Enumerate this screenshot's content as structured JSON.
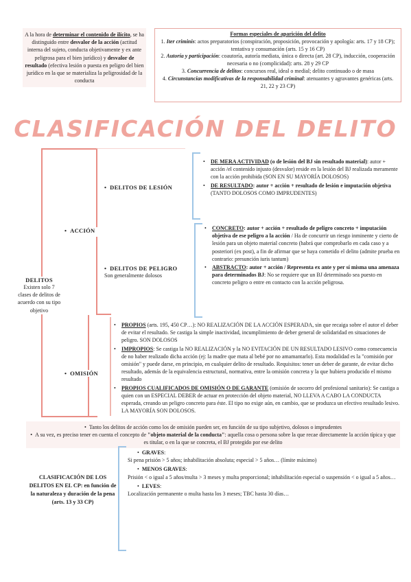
{
  "top_left": {
    "p1": "A la hora de ",
    "p2": "determinar el contenido de ilícito",
    "p3": ", se ha distinguido entre ",
    "p4": "desvalor de la acción",
    "p5": " (actitud interna del sujeto, conducta objetivamente y ex ante peligrosa para el bien jurídico) y ",
    "p6": "desvalor de resultado",
    "p7": " (efectiva lesión o puesta en peligro del bien jurídico en la que se materializa la peligrosidad de la conducta"
  },
  "top_right": {
    "heading": "Formas especiales de aparición del delito",
    "items": [
      {
        "num": "1.",
        "head": "Iter criminis",
        "text": ": actos preparatorios (conspiración, proposición, provocación y apología: arts. 17 y 18 CP); tentativa y consumación (arts. 15 y 16 CP)"
      },
      {
        "num": "2.",
        "head": "Autoría y participación",
        "text": ": coautoría, autoría mediata, única o directa (art. 28 CP), inducción, cooperación necesaria o no (complicidad): arts. 28 y 29 CP"
      },
      {
        "num": "3.",
        "head": "Concurrencia de delitos",
        "text": ": concursos real, ideal o medial; delito continuado o de masa"
      },
      {
        "num": "4.",
        "head": "Circunstancias modificativas de la responsabilidad criminal",
        "text": ": atenuantes y agravantes genéricas (arts. 21, 22 y 23 CP)"
      }
    ]
  },
  "title": "CLASIFICACIÓN DEL DELITO",
  "delitos": {
    "label": "DELITOS",
    "sub": "Existen solo 7 clases de delitos de acuerdo con su tipo objetivo"
  },
  "accion": {
    "label": "ACCIÓN",
    "lesion": {
      "label": "DELITOS DE LESIÓN",
      "items": [
        {
          "head": "DE MERA ACTIVIDAD",
          "head2": " (o de lesión del BJ sin resultado material)",
          "text": ": autor + acción /el contenido injusto (desvalor) reside en la lesión del BJ realizada meramente con la acción prohibida (SON EN SU MAYORÍA DOLOSOS)"
        },
        {
          "head": "DE RESULTADO",
          "head2": ": autor + acción + resultado de lesión e imputación objetiva",
          "text": " (TANTO DOLOSOS COMO IMPRUDENTES)"
        }
      ]
    },
    "peligro": {
      "label": "DELITOS DE PELIGRO",
      "sub": "Son generalmente dolosos",
      "items": [
        {
          "head": "CONCRETO",
          "head2": ": autor + acción + resultado de peligro concreto + imputación objetiva de ese peligro a la acción",
          "text": " / Ha de concurrir un riesgo inminente y cierto de lesión para un objeto material concreto (habrá que comprobarlo en cada caso y a posteriori (ex post), a fin de afirmar que se haya cometido el delito (admite prueba en contrario: presunción iuris tantum)"
        },
        {
          "head": "ABSTRACTO",
          "head2": ": autor + acción / Representa ex ante y per sí misma una amenaza para determinados BJ",
          "text": ": No se requiere que un BJ determinado sea puesto en concreto peligro o entre en contacto con la acción peligrosa."
        }
      ]
    }
  },
  "omision": {
    "label": "OMISIÓN",
    "items": [
      {
        "head": "PROPIOS",
        "text": " (arts. 195, 450 CP…): NO REALIZACIÓN DE LA ACCIÓN ESPERADA, sin que recaiga sobre el autor el deber de evitar el resultado. Se castiga la simple inactividad, incumplimiento de deber general de solidaridad en situaciones de peligro. SON DOLOSOS"
      },
      {
        "head": "IMPROPIOS",
        "text": ": Se castiga la NO REALIZACIÓN y la NO EVITACIÓN DE UN RESULTADO LESIVO como consecuencia de no haber realizado dicha acción (ej: la madre que mata al bebé por no amamantarlo). Esta modalidad es la \"comisión por omisión\" y puede darse, en principio, en cualquier delito de resultado. Requisitos: tener un deber de garante, de evitar dicho resultado, además de la equivalencia estructural, normativa, entre la omisión concreta y la que hubiera producido el mismo resultado"
      },
      {
        "head": "PROPIOS CUALIFICADOS DE OMISIÓN O DE GARANTE",
        "text": " (omisión de socorro del profesional sanitario): Se castiga a quien con un ESPECIAL DEBER de actuar en protección del objeto material, NO LLEVA A CABO LA CONDUCTA esperada, creando un peligro concreto para éste. El tipo no exige aún, en cambio, que se produzca un efectivo resultado lesivo. LA MAYORÍA SON DOLOSOS."
      }
    ]
  },
  "bottom_box": {
    "line1": "Tanto los delitos de acción como los de omisión pueden ser, en función de su tipo subjetivo, dolosos o imprudentes",
    "line2a": "A su vez, es preciso tener en cuenta el concepto de ",
    "line2b": "\"objeto material de la conducta\"",
    "line2c": ": aquella cosa o persona sobre la que recae directamente la acción típica y que es titular, o en la que se concreta, el BJ protegido por ese delito"
  },
  "clasificacion_cp": {
    "label": "CLASIFICACIÓN DE LOS DELITOS EN EL CP",
    "sub": ": en función de la naturaleza y duración de la pena (arts. 13 y 33 CP)",
    "items": [
      {
        "head": "GRAVES",
        "text": "Si pena prisión > 5 años; inhabilitación absoluta; especial > 5 años… (límite máximo)"
      },
      {
        "head": "MENOS GRAVES",
        "text": "Prisión < o igual a 5 años/multa > 3 meses y multa proporcional; inhabilitación especial o suspensión < o igual a 5 años…"
      },
      {
        "head": "LEVES",
        "text": "Localización permanente o multa hasta los 3 meses; TBC hasta 30 días…"
      }
    ]
  }
}
